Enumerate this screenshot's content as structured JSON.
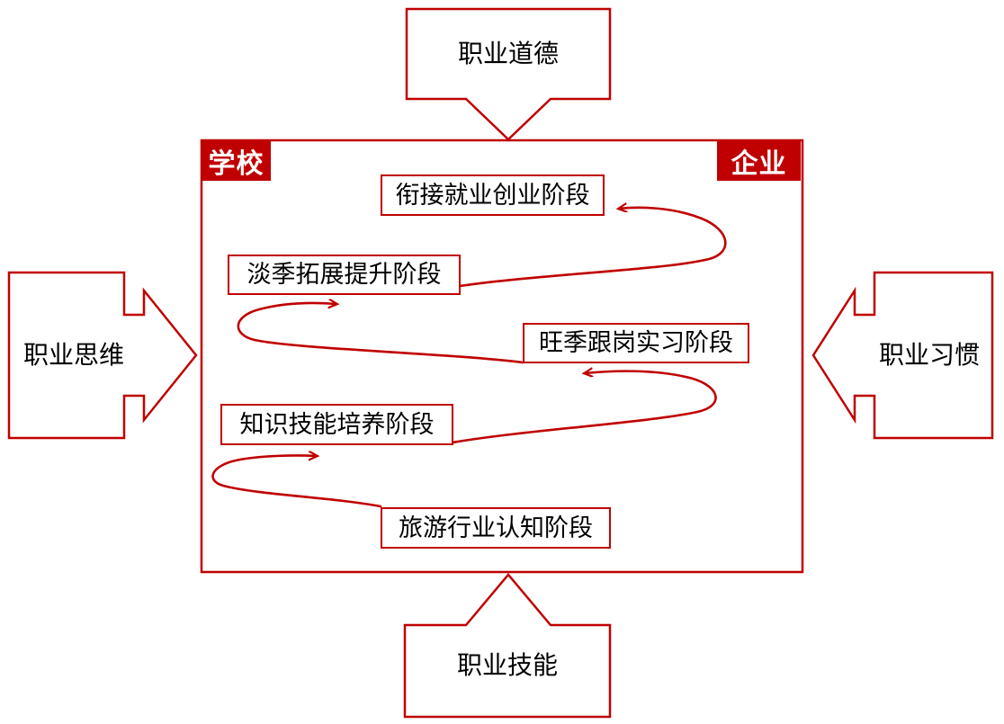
{
  "diagram": {
    "title_text_color": "#000000",
    "accent_color": "#C00000",
    "background": "#ffffff",
    "outer_arrows": [
      {
        "name": "top",
        "label": "职业道德",
        "direction": "down"
      },
      {
        "name": "left",
        "label": "职业思维",
        "direction": "right"
      },
      {
        "name": "right",
        "label": "职业习惯",
        "direction": "left"
      },
      {
        "name": "bottom",
        "label": "职业技能",
        "direction": "up"
      }
    ],
    "corner_labels": [
      {
        "name": "school",
        "label": "学校",
        "position": "top-left"
      },
      {
        "name": "enterprise",
        "label": "企业",
        "position": "top-right"
      }
    ],
    "stages": [
      {
        "name": "stage-5",
        "label": "衔接就业创业阶段",
        "order": 5
      },
      {
        "name": "stage-4",
        "label": "淡季拓展提升阶段",
        "order": 4
      },
      {
        "name": "stage-3",
        "label": "旺季跟岗实习阶段",
        "order": 3
      },
      {
        "name": "stage-2",
        "label": "知识技能培养阶段",
        "order": 2
      },
      {
        "name": "stage-1",
        "label": "旅游行业认知阶段",
        "order": 1
      }
    ],
    "connectors": [
      {
        "from": "旅游行业认知阶段",
        "to": "知识技能培养阶段"
      },
      {
        "from": "知识技能培养阶段",
        "to": "旺季跟岗实习阶段"
      },
      {
        "from": "旺季跟岗实习阶段",
        "to": "淡季拓展提升阶段"
      },
      {
        "from": "淡季拓展提升阶段",
        "to": "衔接就业创业阶段"
      }
    ]
  }
}
